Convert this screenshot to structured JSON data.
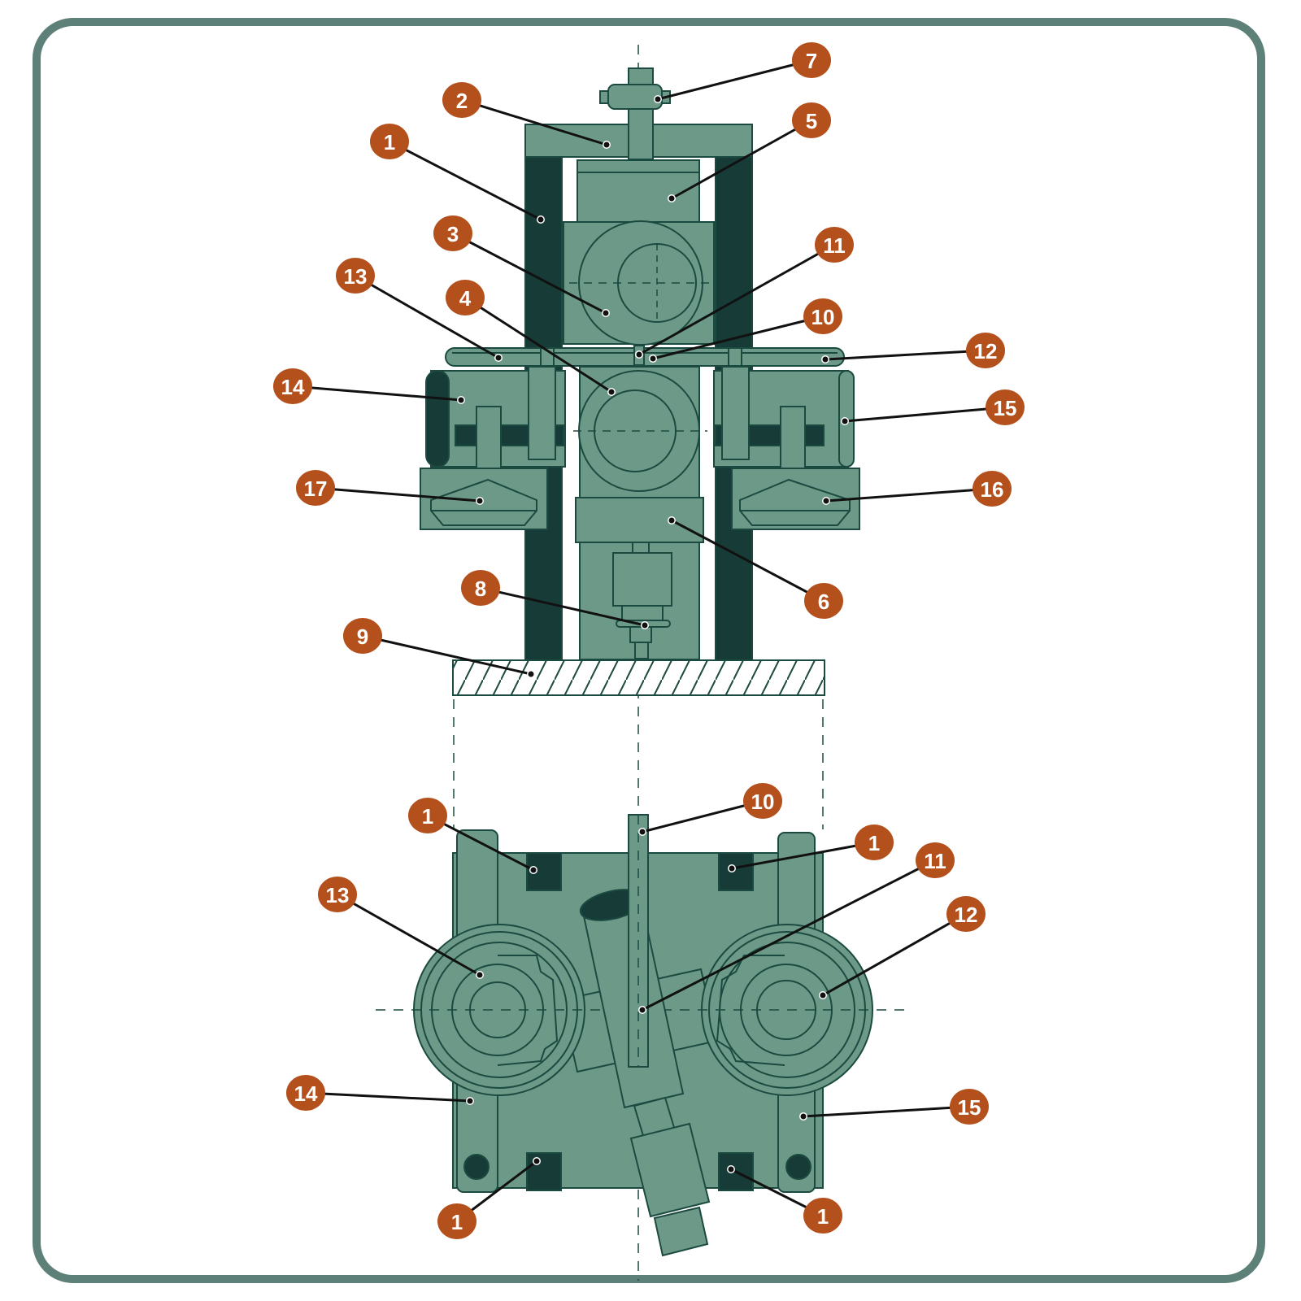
{
  "colors": {
    "frame": "#5d8178",
    "body": "#6d9a88",
    "dark": "#173c38",
    "line": "#1b4a40",
    "callout": "#b4501c",
    "leader": "#111111"
  },
  "top_view_callouts": [
    "7",
    "2",
    "5",
    "1",
    "3",
    "11",
    "13",
    "4",
    "10",
    "12",
    "14",
    "15",
    "17",
    "16",
    "8",
    "6",
    "9"
  ],
  "bottom_view_callouts": [
    "1",
    "10",
    "1",
    "11",
    "13",
    "12",
    "14",
    "15",
    "1",
    "1"
  ]
}
